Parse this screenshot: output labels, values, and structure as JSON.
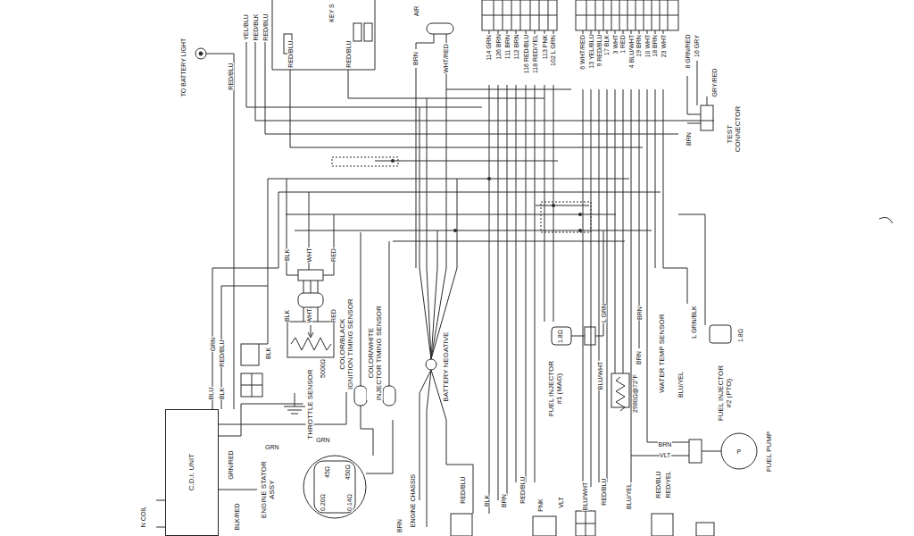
{
  "diagram": {
    "nodes": [
      {
        "text": [
          "C.D.I. UNIT"
        ]
      },
      {
        "text": [
          "THROTTLE SENSOR"
        ]
      },
      {
        "text": [
          "COLOR/BLACK",
          "IGNITION TIMING SENSOR"
        ]
      },
      {
        "text": [
          "COLOR/WHITE",
          "INJECTOR TIMING SENSOR"
        ]
      },
      {
        "text": [
          "ENGINE STATOR ASSY"
        ]
      },
      {
        "text": [
          "BATTERY NEGATIVE"
        ]
      },
      {
        "text": [
          "FUEL INJECTOR #1 (MAG)"
        ]
      },
      {
        "text": [
          "WATER TEMP SENSOR"
        ]
      },
      {
        "text": [
          "FUEL INJECTOR #2 (PTO)"
        ]
      },
      {
        "text": [
          "FUEL PUMP"
        ]
      },
      {
        "text": [
          "TEST CONNECTOR"
        ]
      }
    ],
    "edges": [
      {
        "from": 1,
        "to": 0,
        "arrow": "none"
      },
      {
        "from": 2,
        "to": 0,
        "arrow": "none"
      },
      {
        "from": 4,
        "to": 0,
        "arrow": "none"
      }
    ],
    "labels": [
      "TO BATTERY LIGHT",
      "YEL/BLU",
      "RED/BLK",
      "RED/BLU",
      "RED/BLU",
      "KEY S",
      "RED/BLU",
      "AIR",
      "BRN",
      "WHT/RED",
      "RED/BLU",
      "114 GRN",
      "126 BRN",
      "111 BRN",
      "112 BRN",
      "116 RED/BLU",
      "118 RED/YEL",
      "113 PNK",
      "102 L GRN",
      "6 WHT/RED",
      "13 YEL/BLU",
      "9 RED/BLU",
      "17 BLK",
      "3 WHT",
      "1 RED",
      "4 BLU/WHT",
      "19 BRN",
      "10 WHT",
      "18 BRN",
      "23 WHT",
      "8 GRN/RED",
      "16 GRY",
      "GRY/RED",
      "BRN",
      "BLK",
      "WHT",
      "RED",
      "BLK",
      "WHT",
      "RED",
      "5000Ω",
      "GRN",
      "RED/BLU",
      "BLK",
      "BLU",
      "BLK",
      "GRN",
      "GRN/RED",
      "BLK/RED",
      "GRN",
      "45Ω",
      "450Ω",
      "0.20Ω",
      "0.14Ω",
      "N COIL",
      "ENGINE CHASSIS",
      "BRN",
      "L GRN",
      "BRN",
      "1.8Ω",
      "BLU/WHT",
      "BRN",
      "2980Ω@72°F",
      "BLU/YEL",
      "L GRN/BLK",
      "1.8Ω",
      "BRN",
      "VLT",
      "P",
      "RED/BLU",
      "BLK",
      "BRN",
      "RED/BLU",
      "PNK",
      "VLT",
      "BLU/WHT",
      "RED/BLU",
      "BLU/YEL",
      "RED/BLU",
      "RED/YEL"
    ]
  }
}
